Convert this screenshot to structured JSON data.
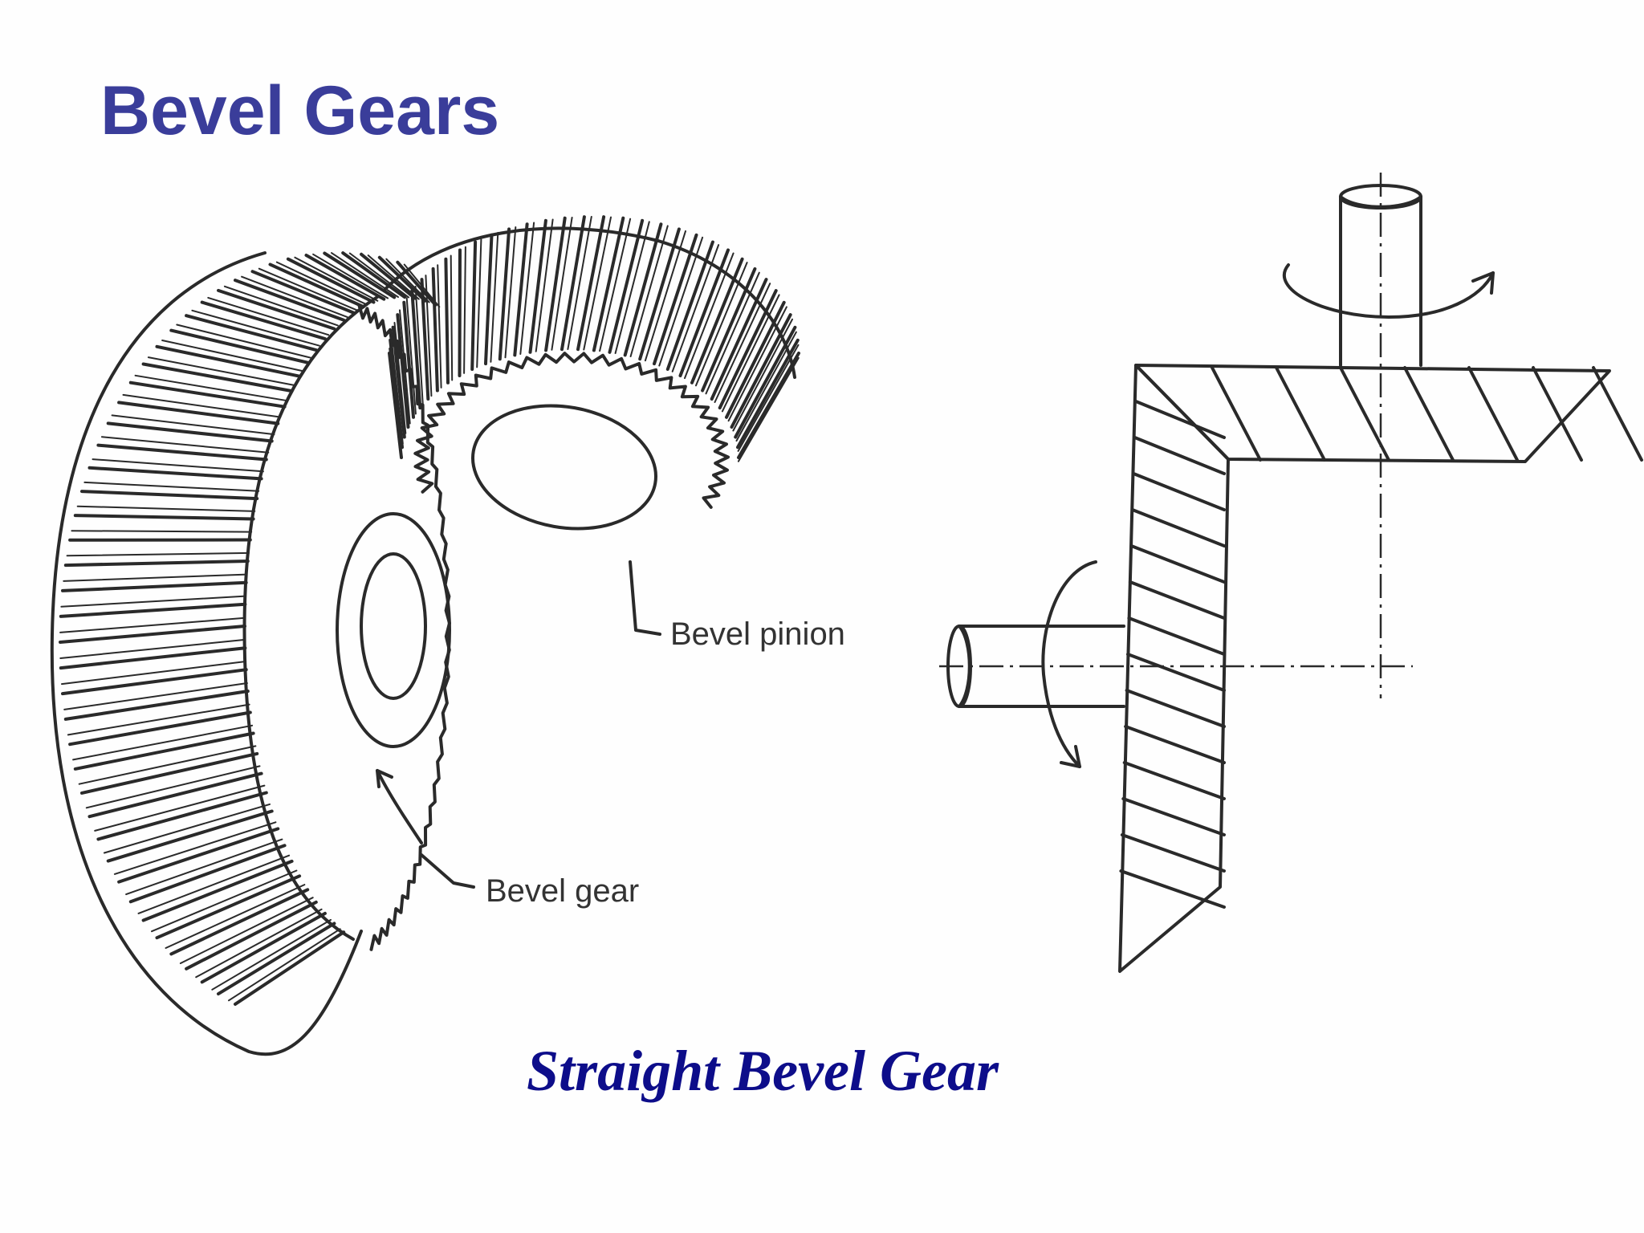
{
  "slide": {
    "title": "Bevel Gears",
    "caption": "Straight Bevel Gear"
  },
  "figure": {
    "labels": {
      "pinion": "Bevel pinion",
      "gear": "Bevel gear"
    }
  },
  "colors": {
    "title": "#3a3d9a",
    "caption": "#0d0d8a",
    "line": "#2a2a2a",
    "label": "#333333"
  }
}
